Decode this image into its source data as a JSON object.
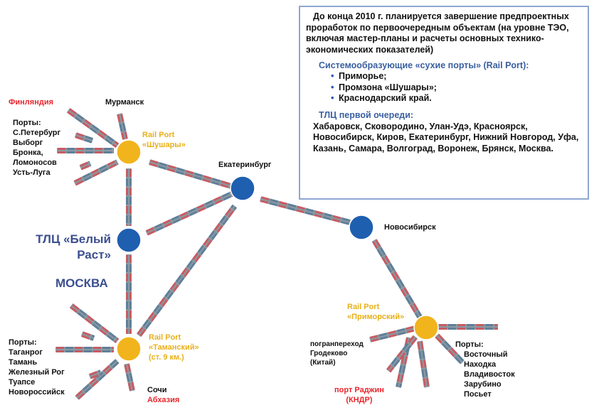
{
  "colors": {
    "hub": "#1f5fb0",
    "rail_port": "#f1b41c",
    "label_red": "#e8262d",
    "label_gold": "#e8b019",
    "label_navy": "#3b4f8f",
    "box_border": "#8fa7d2"
  },
  "nodes": {
    "shushary": {
      "rail_port": "Rail Port",
      "name": "«Шушары»"
    },
    "ekaterinburg": "Екатеринбург",
    "novosibirsk": "Новосибирск",
    "belyi_rast": {
      "line1": "ТЛЦ «Белый",
      "line2": "Раст»"
    },
    "moskva": "МОСКВА",
    "tamanskiy": {
      "rail_port": "Rail Port",
      "name": "«Таманский»",
      "note": "(ст. 9 км.)"
    },
    "primorskiy": {
      "rail_port": "Rail Port",
      "name": "«Приморский»"
    }
  },
  "destinations": {
    "finland": "Финляндия",
    "murmansk": "Мурманск",
    "ports_north": [
      "Порты:",
      "С.Петербург",
      "Выборг",
      "Бронка,",
      "Ломоносов",
      "Усть-Луга"
    ],
    "ports_south": [
      "Порты:",
      "Таганрог",
      "Тамань",
      "Железный Рог",
      "Туапсе",
      "Новороссийск"
    ],
    "sochi": "Сочи",
    "abkhazia": "Абхазия",
    "border_crossing": [
      "погранпереход",
      "Гродеково",
      "(Китай)"
    ],
    "rajin": [
      "порт Раджин",
      "(КНДР)"
    ],
    "ports_east": [
      "Порты:",
      "Восточный",
      "Находка",
      "Владивосток",
      "Зарубино",
      "Посьет"
    ]
  },
  "infobox": {
    "intro": "До конца 2010 г. планируется завершение предпроектных проработок по первоочередным объектам (на уровне ТЭО, включая мастер-планы и расчеты основных технико-экономических показателей)",
    "rail_ports_header": "Системообразующие «сухие порты» (Rail Port):",
    "rail_ports": [
      "Приморье;",
      "Промзона «Шушары»;",
      "Краснодарский край."
    ],
    "tlc_header": "ТЛЦ первой очереди:",
    "tlc_list": "Хабаровск, Сковородино, Улан-Удэ, Красноярск, Новосибирск, Киров, Екатеринбург, Нижний Новгород, Уфа, Казань, Самара, Волгоград, Воронеж, Брянск, Москва."
  }
}
